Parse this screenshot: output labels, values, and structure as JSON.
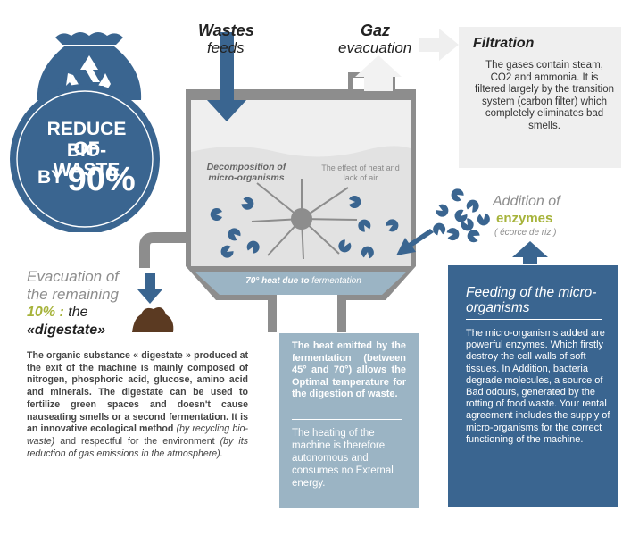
{
  "badge": {
    "line1": "REDUCE OF",
    "line2": "BIO-WASTE",
    "line3_prefix": "BY",
    "line3_value": "90%"
  },
  "wastes": {
    "title": "Wastes",
    "subtitle": "feeds"
  },
  "gaz": {
    "title": "Gaz",
    "subtitle": "evacuation"
  },
  "filtration": {
    "title": "Filtration",
    "body": "The gases contain steam, CO2 and ammonia. It is filtered largely by the transition system (carbon filter) which completely eliminates bad smells."
  },
  "machine": {
    "decomposition_label": "Decomposition of micro-organisms",
    "effect_label": "The effect of heat and lack of air",
    "heat_label_prefix": "70° heat due to",
    "heat_label_suffix": "fermentation"
  },
  "enzymes": {
    "line1": "Addition of",
    "line2": "enzymes",
    "note": "( écorce de riz )"
  },
  "evacuation": {
    "line1": "Evacuation of",
    "line2": "the remaining",
    "percent": "10% :",
    "the": "the",
    "digestate": "«digestate»"
  },
  "digestate_text": {
    "intro": "The organic substance « digestate » produced at the exit of the machine is mainly composed of nitrogen, phosphoric acid, glucose, amino acid and minerals. The digestate can be used to fertilize green spaces and doesn't cause nauseating smells or a second fermentation. It is an innovative ecological method",
    "italic1": "(by recycling bio-waste)",
    "middle": "and respectful for the environment",
    "italic2": "(by its reduction of gas emissions in the atmosphere)."
  },
  "heat_panel": {
    "bold": "The heat emitted by the fermentation (between 45° and 70°) allows the Optimal temperature for the digestion of waste.",
    "body": "The heating of the machine is therefore autonomous and consumes no External energy."
  },
  "feeding": {
    "title": "Feeding of the micro-organisms",
    "body": "The micro-organisms added are powerful enzymes. Which firstly destroy the cell walls of soft tissues. In Addition, bacteria degrade molecules, a source of Bad odours, generated by the rotting of food waste. Your rental agreement includes the supply of micro-organisms for the correct functioning of the machine."
  },
  "colors": {
    "navy": "#3a6590",
    "pale_blue": "#9bb4c4",
    "olive": "#a6b33a",
    "grey": "#8d8d8d"
  }
}
